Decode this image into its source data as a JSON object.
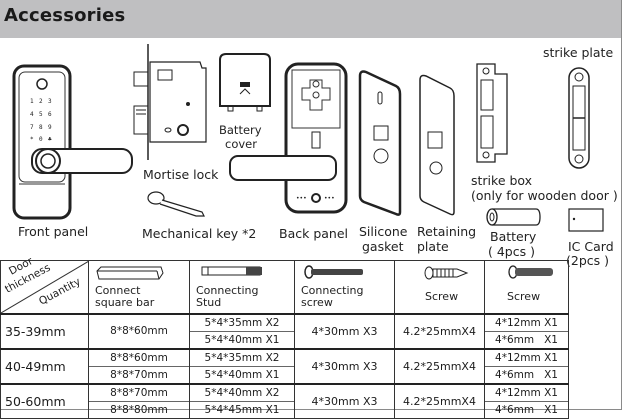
{
  "header": {
    "title": "Accessories"
  },
  "accessories": [
    {
      "id": "front-panel",
      "label": "Front panel"
    },
    {
      "id": "mortise-lock",
      "label": "Mortise lock"
    },
    {
      "id": "battery-cover",
      "label_line1": "Battery",
      "label_line2": "cover"
    },
    {
      "id": "mechanical-key",
      "label": "Mechanical key *2"
    },
    {
      "id": "back-panel",
      "label": "Back panel"
    },
    {
      "id": "silicone-gasket",
      "label_line1": "Silicone",
      "label_line2": "gasket"
    },
    {
      "id": "retaining-plate",
      "label_line1": "Retaining",
      "label_line2": "plate"
    },
    {
      "id": "strike-box",
      "label_line1": "strike box",
      "label_line2": "(only for wooden door )"
    },
    {
      "id": "strike-plate",
      "label": "strike plate"
    },
    {
      "id": "battery",
      "label_line1": "Battery",
      "label_line2": "( 4pcs )"
    },
    {
      "id": "ic-card",
      "label_line1": "IC Card",
      "label_line2": "(2pcs )"
    }
  ],
  "table": {
    "corner": {
      "row_label_1": "Door",
      "row_label_2": "thickness",
      "col_label": "Quantity"
    },
    "columns": [
      {
        "line1": "Connect",
        "line2": "square bar",
        "icon": "square-bar-icon"
      },
      {
        "line1": "Connecting",
        "line2": "Stud",
        "icon": "stud-icon"
      },
      {
        "line1": "Connecting",
        "line2": "screw",
        "icon": "connecting-screw-icon"
      },
      {
        "line1": "Screw",
        "line2": "",
        "icon": "wood-screw-icon"
      },
      {
        "line1": "Screw",
        "line2": "",
        "icon": "machine-screw-icon"
      }
    ],
    "rows": [
      {
        "thickness": "35-39mm",
        "square_bar": [
          "8*8*60mm"
        ],
        "stud": [
          "5*4*35mm X2",
          "5*4*40mm X1"
        ],
        "connecting_screw": "4*30mm X3",
        "screw1": "4.2*25mmX4",
        "screw2": [
          "4*12mm X1",
          "4*6mm   X1"
        ]
      },
      {
        "thickness": "40-49mm",
        "square_bar": [
          "8*8*60mm",
          "8*8*70mm"
        ],
        "stud": [
          "5*4*35mm X2",
          "5*4*40mm X1"
        ],
        "connecting_screw": "4*30mm X3",
        "screw1": "4.2*25mmX4",
        "screw2": [
          "4*12mm X1",
          "4*6mm   X1"
        ]
      },
      {
        "thickness": "50-60mm",
        "square_bar": [
          "8*8*70mm",
          "8*8*80mm"
        ],
        "stud": [
          "5*4*40mm X2",
          "5*4*45mm X1"
        ],
        "connecting_screw": "4*30mm X3",
        "screw1": "4.2*25mmX4",
        "screw2": [
          "4*12mm X1",
          "4*6mm   X1"
        ]
      }
    ]
  }
}
